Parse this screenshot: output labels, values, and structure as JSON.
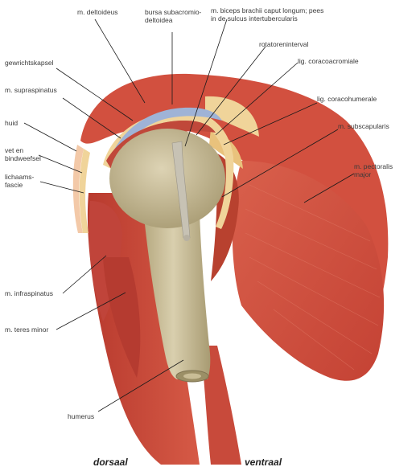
{
  "labels": {
    "deltoideus": "m. deltoideus",
    "bursa_line1": "bursa subacromio-",
    "bursa_line2": "deltoidea",
    "biceps_line1": "m. biceps brachii caput longum; pees",
    "biceps_line2": "in de sulcus intertubercularis",
    "gewrichtskapsel": "gewrichtskapsel",
    "rotatoreninterval": "rotatoreninterval",
    "supraspinatus": "m. supraspinatus",
    "coracoacromiale": "lig. coracoacromiale",
    "coracohumerale": "lig. coracohumerale",
    "huid": "huid",
    "subscapularis": "m. subscapularis",
    "vet_line1": "vet en",
    "vet_line2": "bindweefsel",
    "lichaams_line1": "lichaams-",
    "lichaams_line2": "fascie",
    "pectoralis_line1": "m. pectoralis",
    "pectoralis_line2": "major",
    "infraspinatus": "m. infraspinatus",
    "teres_minor": "m. teres minor",
    "humerus": "humerus"
  },
  "orientation": {
    "dorsal": "dorsaal",
    "ventral": "ventraal"
  },
  "colors": {
    "muscle": "#cf4c3c",
    "muscle_dark": "#a8322a",
    "bone": "#cdc29e",
    "bursa": "#9fb3d6",
    "capsule": "#f0d49a",
    "skin": "#f3c9a8",
    "leader": "#1a1a1a"
  }
}
